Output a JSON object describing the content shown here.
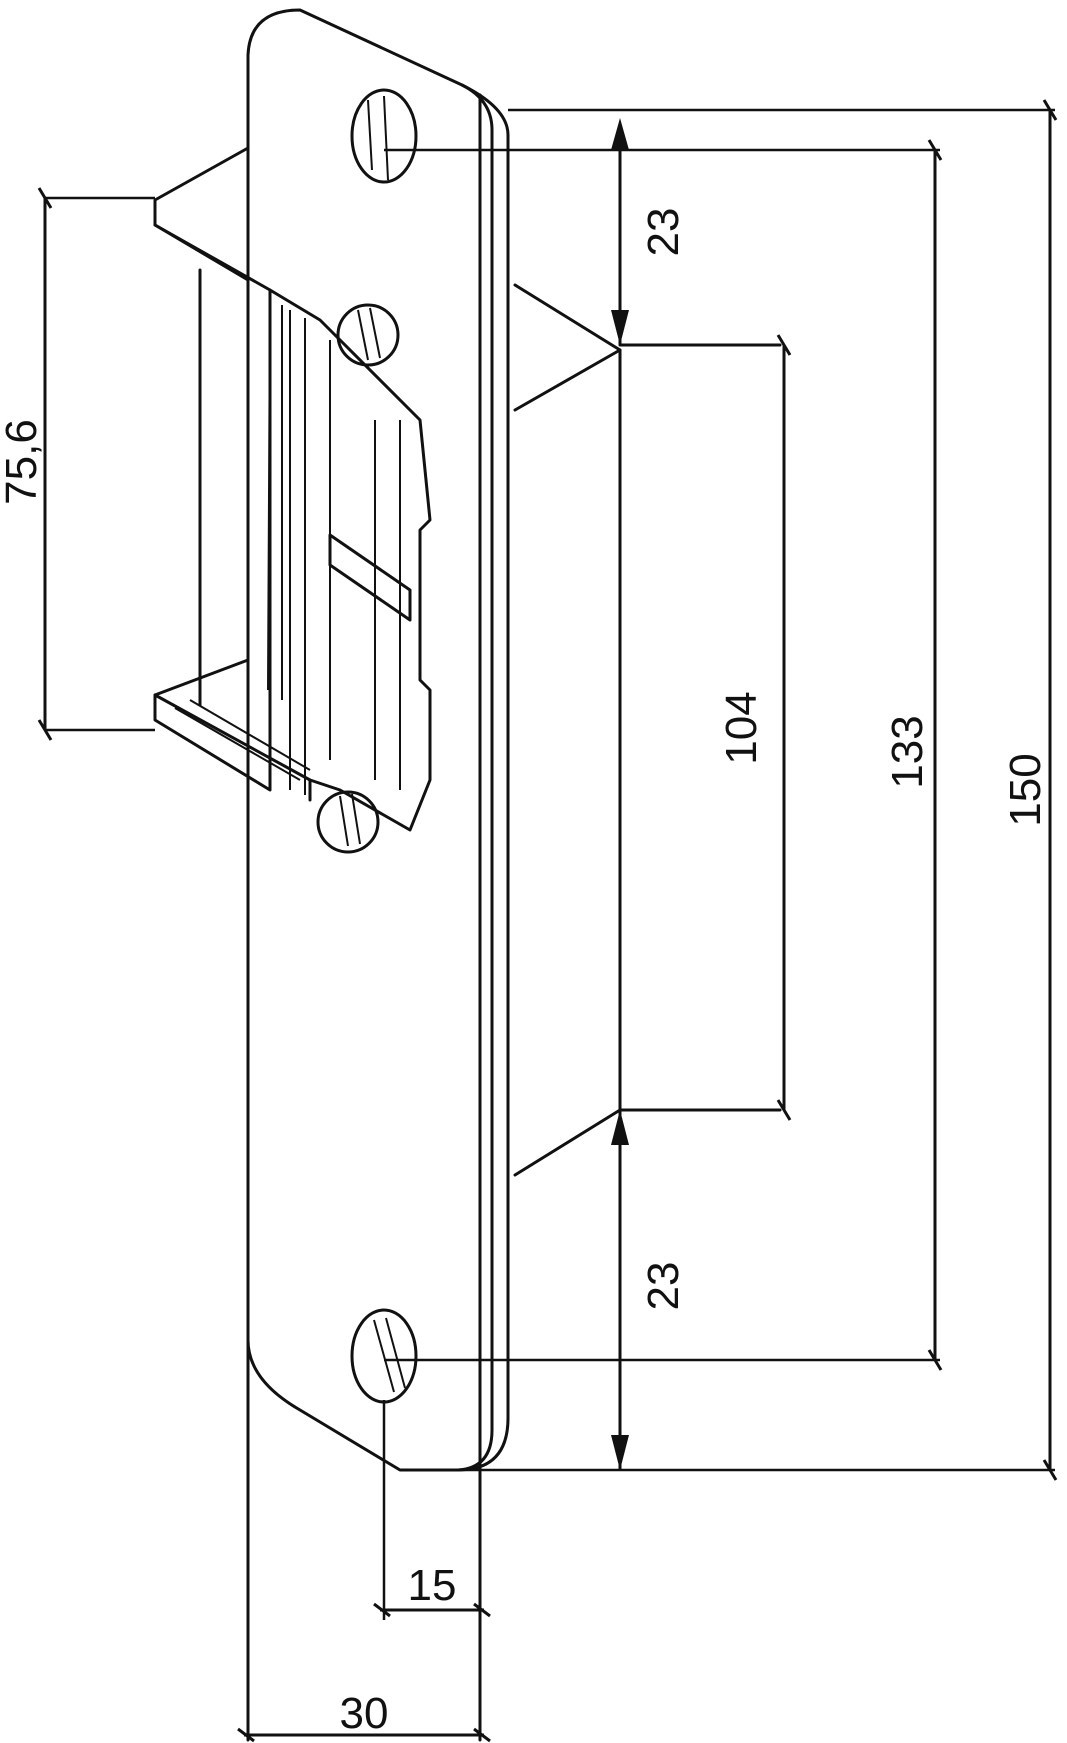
{
  "dimensions": {
    "top_offset": "23",
    "bottom_offset": "23",
    "slot_length": "104",
    "hole_spacing": "133",
    "total_length": "150",
    "latch_height": "75,6",
    "hole_inset": "15",
    "plate_width": "30"
  }
}
